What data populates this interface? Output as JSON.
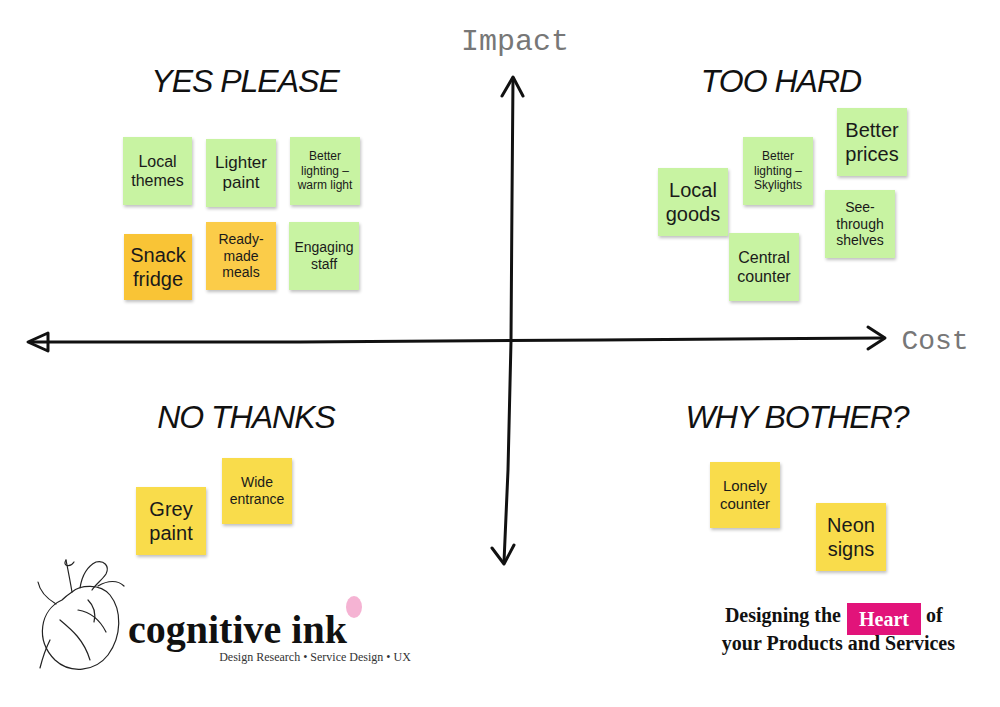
{
  "diagram": {
    "nodes": [
      {
        "text": [
          "Local themes"
        ]
      },
      {
        "text": [
          "Lighter paint"
        ]
      },
      {
        "text": [
          "Better lighting – warm light"
        ]
      },
      {
        "text": [
          "Snack fridge"
        ]
      },
      {
        "text": [
          "Ready-made meals"
        ]
      },
      {
        "text": [
          "Engaging staff"
        ]
      },
      {
        "text": [
          "Better prices"
        ]
      },
      {
        "text": [
          "Better lighting – Skylights"
        ]
      },
      {
        "text": [
          "Local goods"
        ]
      },
      {
        "text": [
          "See-through shelves"
        ]
      },
      {
        "text": [
          "Central counter"
        ]
      },
      {
        "text": [
          "Wide entrance"
        ]
      },
      {
        "text": [
          "Grey paint"
        ]
      },
      {
        "text": [
          "Lonely counter"
        ]
      },
      {
        "text": [
          "Neon signs"
        ]
      },
      {
        "text": [
          "Heart"
        ]
      }
    ],
    "labels": [
      "Impact",
      "Cost",
      "YES PLEASE",
      "TOO HARD",
      "NO THANKS",
      "WHY BOTHER?",
      "cognitive ink",
      "Design Research • Service Design • UX",
      "Designing the",
      "of",
      "your Products and Services"
    ]
  }
}
